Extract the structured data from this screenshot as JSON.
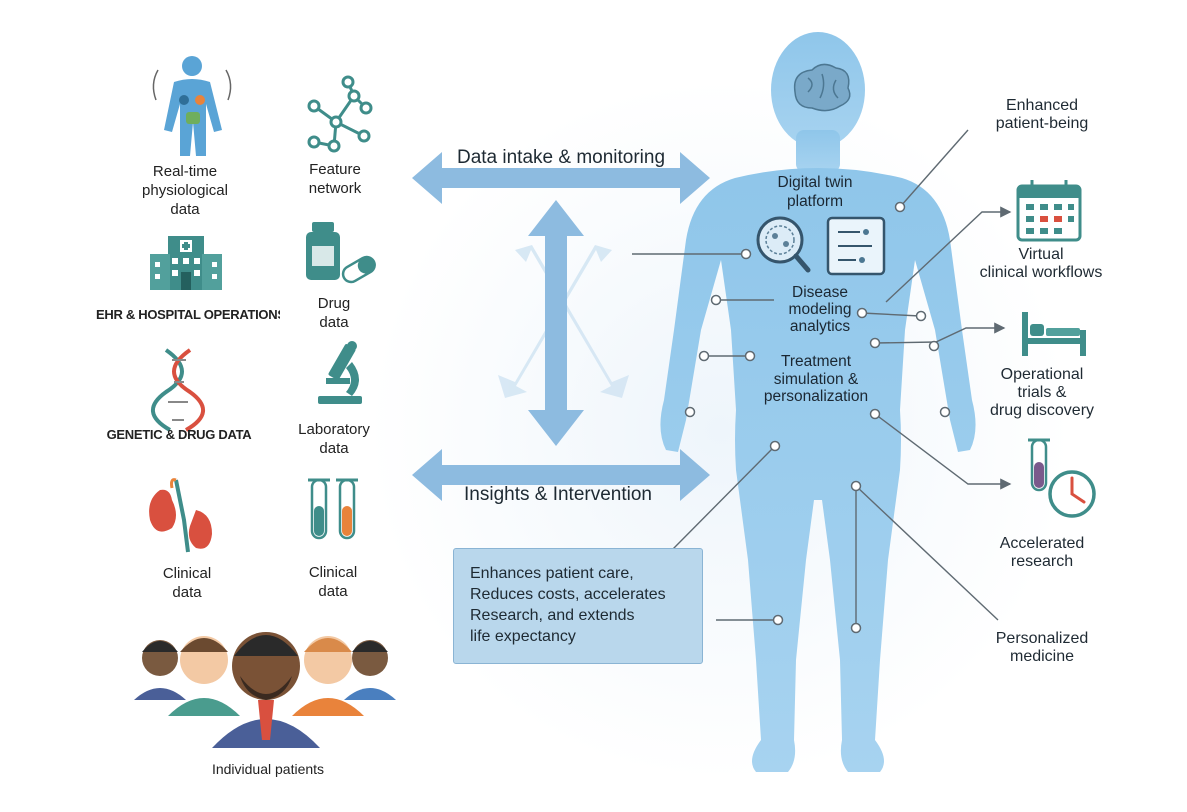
{
  "inputs": {
    "realtime": "Real-time\nphysiological\ndata",
    "feature": "Feature\nnetwork",
    "ehr": "EHR & HOSPITAL OPERATIONS",
    "drug": "Drug\ndata",
    "genetic": "GENETIC & DRUG DATA",
    "laboratory": "Laboratory\ndata",
    "clinical1": "Clinical\ndata",
    "clinical2": "Clinical\ndata",
    "patients": "Individual patients"
  },
  "flows": {
    "top": "Data intake & monitoring",
    "bottom": "Insights & Intervention"
  },
  "body": {
    "platform": "Digital twin\nplatform",
    "disease": "Disease\nmodeling\nanalytics",
    "treatment": "Treatment\nsimulation &\npersonalization"
  },
  "outcomes": {
    "wellbeing": "Enhanced\npatient-being",
    "virtual": "Virtual\nclinical workflows",
    "operational": "Operational\ntrials &\ndrug discovery",
    "research": "Accelerated\nresearch",
    "personalized": "Personalized\nmedicine"
  },
  "infobox": {
    "line1": "Enhances patient care,",
    "line2": "Reduces costs, accelerates",
    "line3": "Research, and extends",
    "line4": "life expectancy"
  },
  "colors": {
    "body": "#8ec4e8",
    "arrow": "#8dbbe0",
    "arrow_faint": "#d6e7f4",
    "teal": "#3f8d8a",
    "line": "#5f6a72",
    "red": "#d9503f",
    "orange": "#e9833b"
  }
}
